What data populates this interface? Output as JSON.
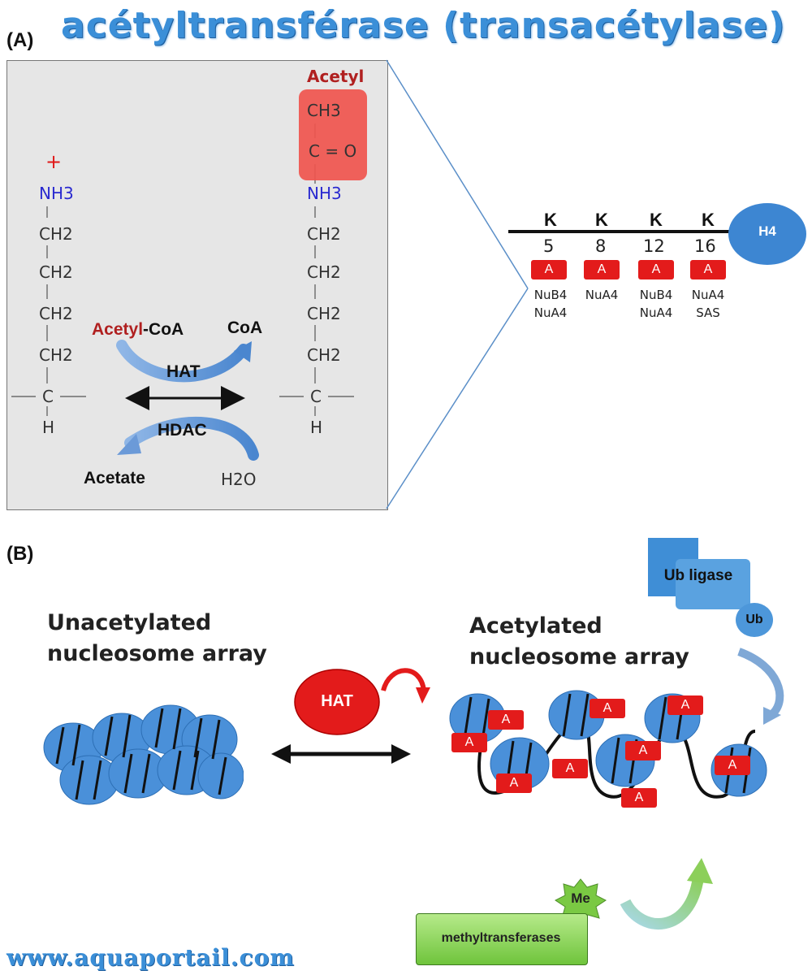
{
  "title": "acétyltransférase (transacétylase)",
  "panel_a": {
    "label": "(A)",
    "left_lysine": {
      "charge": "+",
      "nh3": "NH3",
      "chain": [
        "CH2",
        "CH2",
        "CH2",
        "CH2"
      ],
      "c": "C",
      "h": "H"
    },
    "right_lysine": {
      "acetyl_label": "Acetyl",
      "ch3": "CH3",
      "c_eq_o": "C = O",
      "nh3": "NH3",
      "chain": [
        "CH2",
        "CH2",
        "CH2",
        "CH2"
      ],
      "c": "C",
      "h": "H"
    },
    "reaction": {
      "acetyl_prefix": "Acetyl",
      "acetyl_suffix": "-CoA",
      "coa": "CoA",
      "hat": "HAT",
      "hdac": "HDAC",
      "acetate": "Acetate",
      "water": "H2O"
    }
  },
  "h4_panel": {
    "tail_label": "H4",
    "sites": [
      {
        "residue": "K",
        "number": "5",
        "mark": "A",
        "enzymes": [
          "NuB4",
          "NuA4"
        ]
      },
      {
        "residue": "K",
        "number": "8",
        "mark": "A",
        "enzymes": [
          "NuA4"
        ]
      },
      {
        "residue": "K",
        "number": "12",
        "mark": "A",
        "enzymes": [
          "NuB4",
          "NuA4"
        ]
      },
      {
        "residue": "K",
        "number": "16",
        "mark": "A",
        "enzymes": [
          "NuA4",
          "SAS"
        ]
      }
    ]
  },
  "panel_b": {
    "label": "(B)",
    "unacetylated_line1": "Unacetylated",
    "unacetylated_line2": "nucleosome array",
    "acetylated_line1": "Acetylated",
    "acetylated_line2": "nucleosome array",
    "hat": "HAT",
    "acetyl_mark": "A",
    "ub_ligase": "Ub ligase",
    "ub": "Ub",
    "me": "Me",
    "methyltransferases": "methyltransferases"
  },
  "footer": "www.aquaportail.com",
  "colors": {
    "title_blue": "#3b8fd8",
    "acetyl_red": "#e31b1b",
    "nucleosome_blue": "#4a90d9",
    "panel_gray": "#e6e6e6"
  }
}
